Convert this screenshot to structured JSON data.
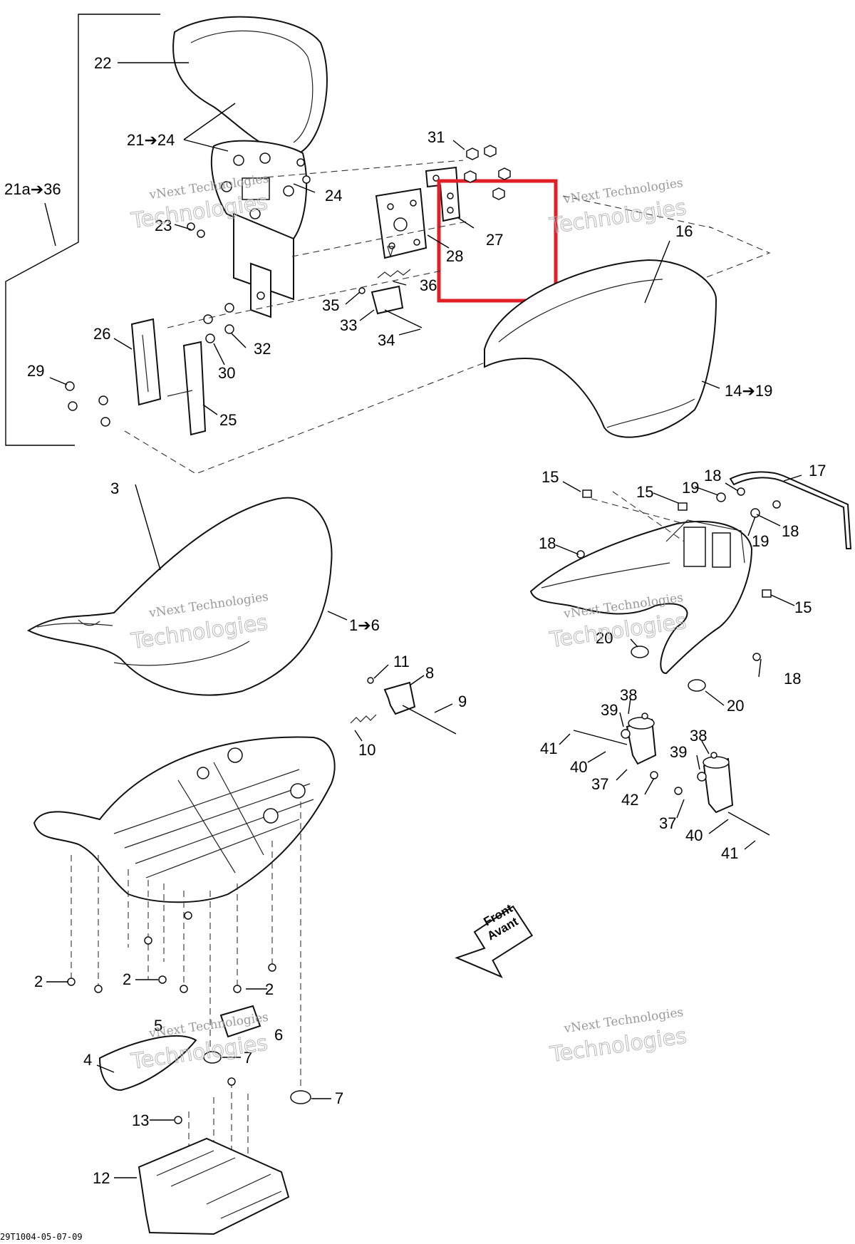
{
  "diagram": {
    "reference_code": "29T1004-05-07-09",
    "highlight_color": "#e01f26",
    "callouts": {
      "c22": "22",
      "c21_24": "21➔24",
      "c21a_36": "21a➔36",
      "c24": "24",
      "c23": "23",
      "c31": "31",
      "c27": "27",
      "c28": "28",
      "c16": "16",
      "c36": "36",
      "c35": "35",
      "c33": "33",
      "c34": "34",
      "c26": "26",
      "c32": "32",
      "c29": "29",
      "c30": "30",
      "c25": "25",
      "c14_19": "14➔19",
      "c15a": "15",
      "c15b": "15",
      "c15c": "15",
      "c18a": "18",
      "c18b": "18",
      "c18c": "18",
      "c18d": "18",
      "c17": "17",
      "c19a": "19",
      "c19b": "19",
      "c3": "3",
      "c1_6": "1➔6",
      "c20a": "20",
      "c20b": "20",
      "c11": "11",
      "c8": "8",
      "c9": "9",
      "c10": "10",
      "c38a": "38",
      "c39a": "39",
      "c41a": "41",
      "c40a": "40",
      "c37a": "37",
      "c42": "42",
      "c39b": "39",
      "c38b": "38",
      "c37b": "37",
      "c40b": "40",
      "c41b": "41",
      "c2a": "2",
      "c2b": "2",
      "c2c": "2",
      "c5": "5",
      "c6": "6",
      "c7a": "7",
      "c4": "4",
      "c7b": "7",
      "c13": "13",
      "c12": "12"
    },
    "front_label": {
      "line1": "Front",
      "line2": "Avant"
    },
    "watermarks": [
      {
        "line1": "vNext Technologies",
        "line2": "Technologies"
      },
      {
        "line1": "vNext Technologies",
        "line2": "Technologies"
      },
      {
        "line1": "vNext Technologies",
        "line2": "Technologies"
      },
      {
        "line1": "vNext Technologies",
        "line2": "Technologies"
      },
      {
        "line1": "vNext Technologies",
        "line2": "Technologies"
      },
      {
        "line1": "vNext Technologies",
        "line2": "Technologies"
      }
    ]
  }
}
